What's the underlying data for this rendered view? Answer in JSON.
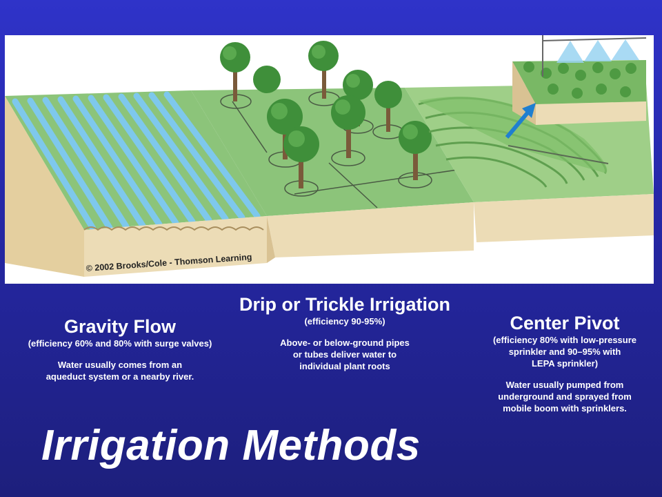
{
  "illustration": {
    "copyright": "© 2002 Brooks/Cole - Thomson Learning"
  },
  "panels": {
    "gravity": {
      "heading": "Gravity Flow",
      "efficiency": "(efficiency 60% and 80% with surge valves)",
      "desc_line1": "Water usually comes from an",
      "desc_line2": "aqueduct system or a nearby river."
    },
    "drip": {
      "heading": "Drip or Trickle Irrigation",
      "efficiency": "(efficiency 90-95%)",
      "desc_line1": "Above- or below-ground pipes",
      "desc_line2": "or tubes deliver water to",
      "desc_line3": "individual plant roots"
    },
    "pivot": {
      "heading": "Center Pivot",
      "efficiency_line1": "(efficiency 80% with low-pressure",
      "efficiency_line2": "sprinkler and 90–95% with",
      "efficiency_line3": "LEPA sprinkler)",
      "desc_line1": "Water usually pumped from",
      "desc_line2": "underground and sprayed from",
      "desc_line3": "mobile boom with sprinklers."
    }
  },
  "title": "Irrigation Methods",
  "colors": {
    "background_top": "#2f33c9",
    "background_bottom": "#1d1f7c",
    "soil": "#e8d6ac",
    "grass": "#7fbf6a",
    "water": "#7ec8ec",
    "arrow": "#1f7fd0"
  }
}
